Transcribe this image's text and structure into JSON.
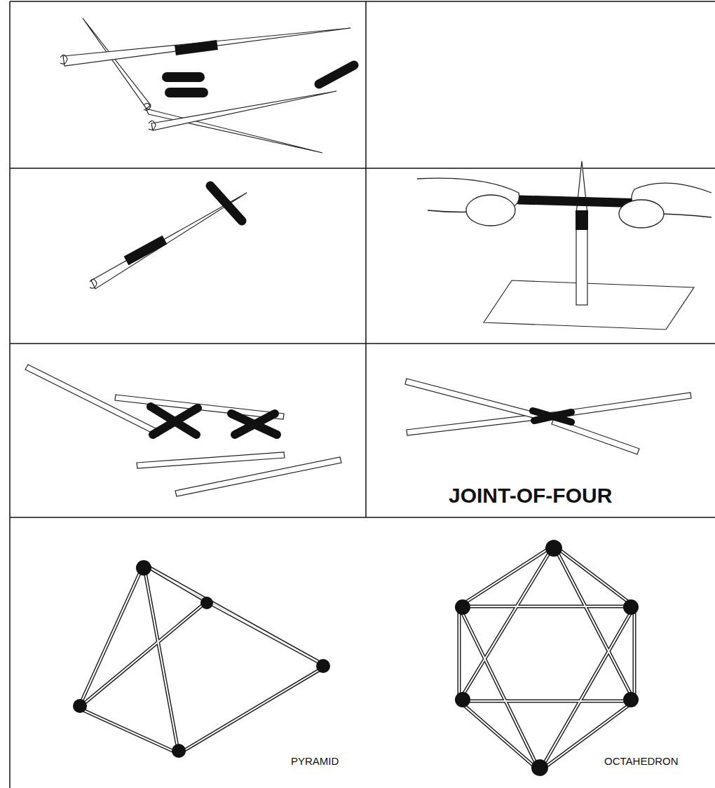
{
  "diagram": {
    "labels": [
      "JOINT-OF-FOUR",
      "PYRAMID",
      "OCTAHEDRON"
    ]
  }
}
